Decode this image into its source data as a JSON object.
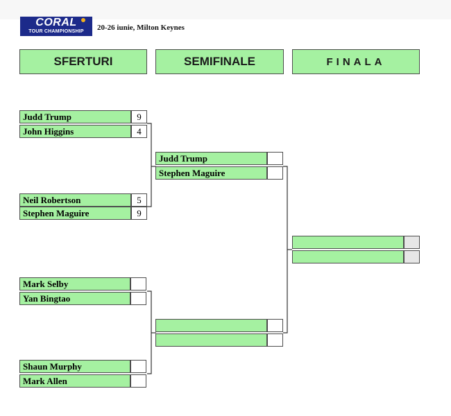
{
  "header": {
    "logo_brand": "CORAL",
    "logo_subtitle": "TOUR CHAMPIONSHIP",
    "event_info": "20-26 iunie, Milton Keynes"
  },
  "rounds": {
    "quarterfinals": "SFERTURI",
    "semifinals": "SEMIFINALE",
    "final": "FINALA"
  },
  "quarterfinals": [
    {
      "player1": "Judd Trump",
      "score1": "9",
      "player2": "John Higgins",
      "score2": "4"
    },
    {
      "player1": "Neil Robertson",
      "score1": "5",
      "player2": "Stephen Maguire",
      "score2": "9"
    },
    {
      "player1": "Mark Selby",
      "score1": "",
      "player2": "Yan Bingtao",
      "score2": ""
    },
    {
      "player1": "Shaun Murphy",
      "score1": "",
      "player2": "Mark Allen",
      "score2": ""
    }
  ],
  "semifinals": [
    {
      "player1": "Judd Trump",
      "score1": "",
      "player2": "Stephen Maguire",
      "score2": ""
    },
    {
      "player1": "",
      "score1": "",
      "player2": "",
      "score2": ""
    }
  ],
  "final": {
    "player1": "",
    "score1": "",
    "player2": "",
    "score2": ""
  },
  "colors": {
    "slot_green": "#a5f1a1",
    "border": "#4c4c4c",
    "logo_blue": "#1c2a8a"
  }
}
